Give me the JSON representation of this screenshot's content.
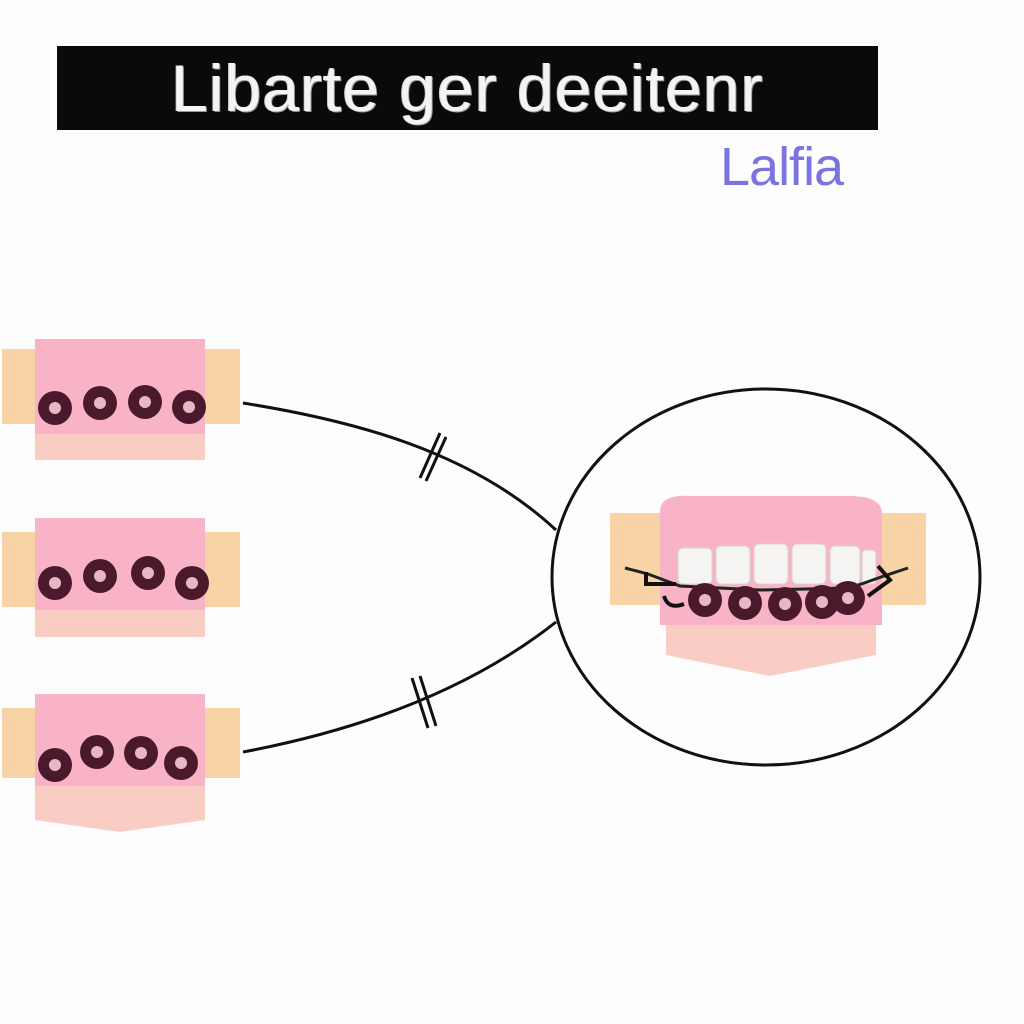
{
  "header": {
    "title": "Libarte ger deeitenr",
    "subtitle": "Lalfia"
  },
  "colors": {
    "background": "#fdfdfd",
    "title_bar": "#0a0a0a",
    "title_text": "#f4f4f4",
    "subtitle_text": "#7a74e0",
    "gum_pink": "#f8b4c6",
    "lower_gum": "#f9cdc4",
    "tan_side": "#f8d3a6",
    "bead": "#4a1a2c",
    "line": "#111111"
  },
  "diagram": {
    "left_modules": [
      {
        "name": "module-top",
        "bead_count": 4
      },
      {
        "name": "module-middle",
        "bead_count": 4
      },
      {
        "name": "module-bottom",
        "bead_count": 4
      }
    ],
    "magnified_view": {
      "bead_count": 5,
      "tooth_count": 6
    },
    "connectors": [
      {
        "name": "connector-upper",
        "from": "module-top",
        "to": "magnified-circle"
      },
      {
        "name": "connector-lower",
        "from": "module-bottom",
        "to": "magnified-circle"
      }
    ]
  }
}
